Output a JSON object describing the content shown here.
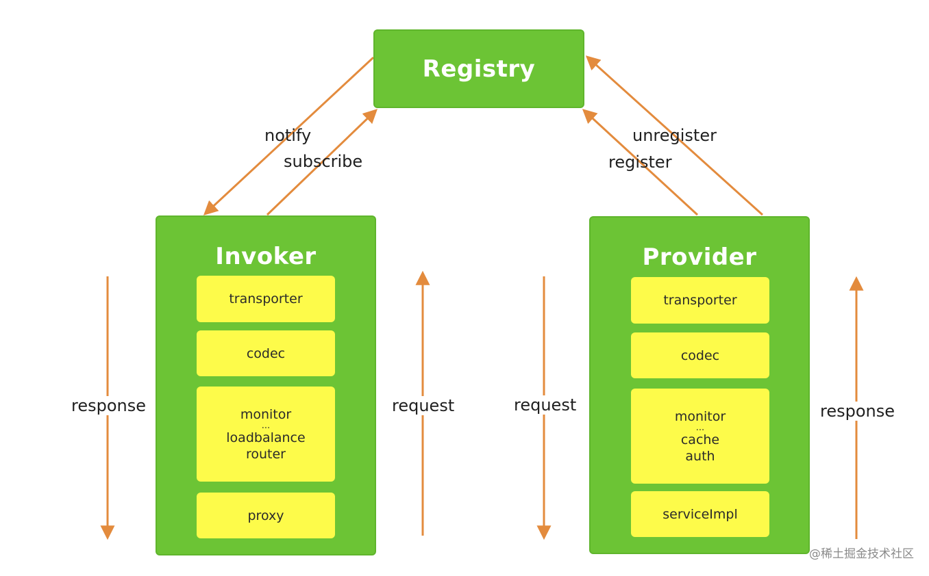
{
  "registry": {
    "title": "Registry"
  },
  "invoker": {
    "title": "Invoker",
    "layers": [
      {
        "lines": [
          "transporter"
        ]
      },
      {
        "lines": [
          "codec"
        ]
      },
      {
        "lines": [
          "monitor",
          "...",
          "loadbalance",
          "router"
        ]
      },
      {
        "lines": [
          "proxy"
        ]
      }
    ]
  },
  "provider": {
    "title": "Provider",
    "layers": [
      {
        "lines": [
          "transporter"
        ]
      },
      {
        "lines": [
          "codec"
        ]
      },
      {
        "lines": [
          "monitor",
          "...",
          "cache",
          "auth"
        ]
      },
      {
        "lines": [
          "serviceImpl"
        ]
      }
    ]
  },
  "edges": {
    "notify": "notify",
    "subscribe": "subscribe",
    "register": "register",
    "unregister": "unregister",
    "invoker_response": "response",
    "invoker_request": "request",
    "provider_request": "request",
    "provider_response": "response"
  },
  "colors": {
    "green": "#6cc435",
    "yellow": "#fdfb4a",
    "arrow": "#e38b3d",
    "title_text": "#ffffff"
  },
  "watermark": "@稀土掘金技术社区"
}
